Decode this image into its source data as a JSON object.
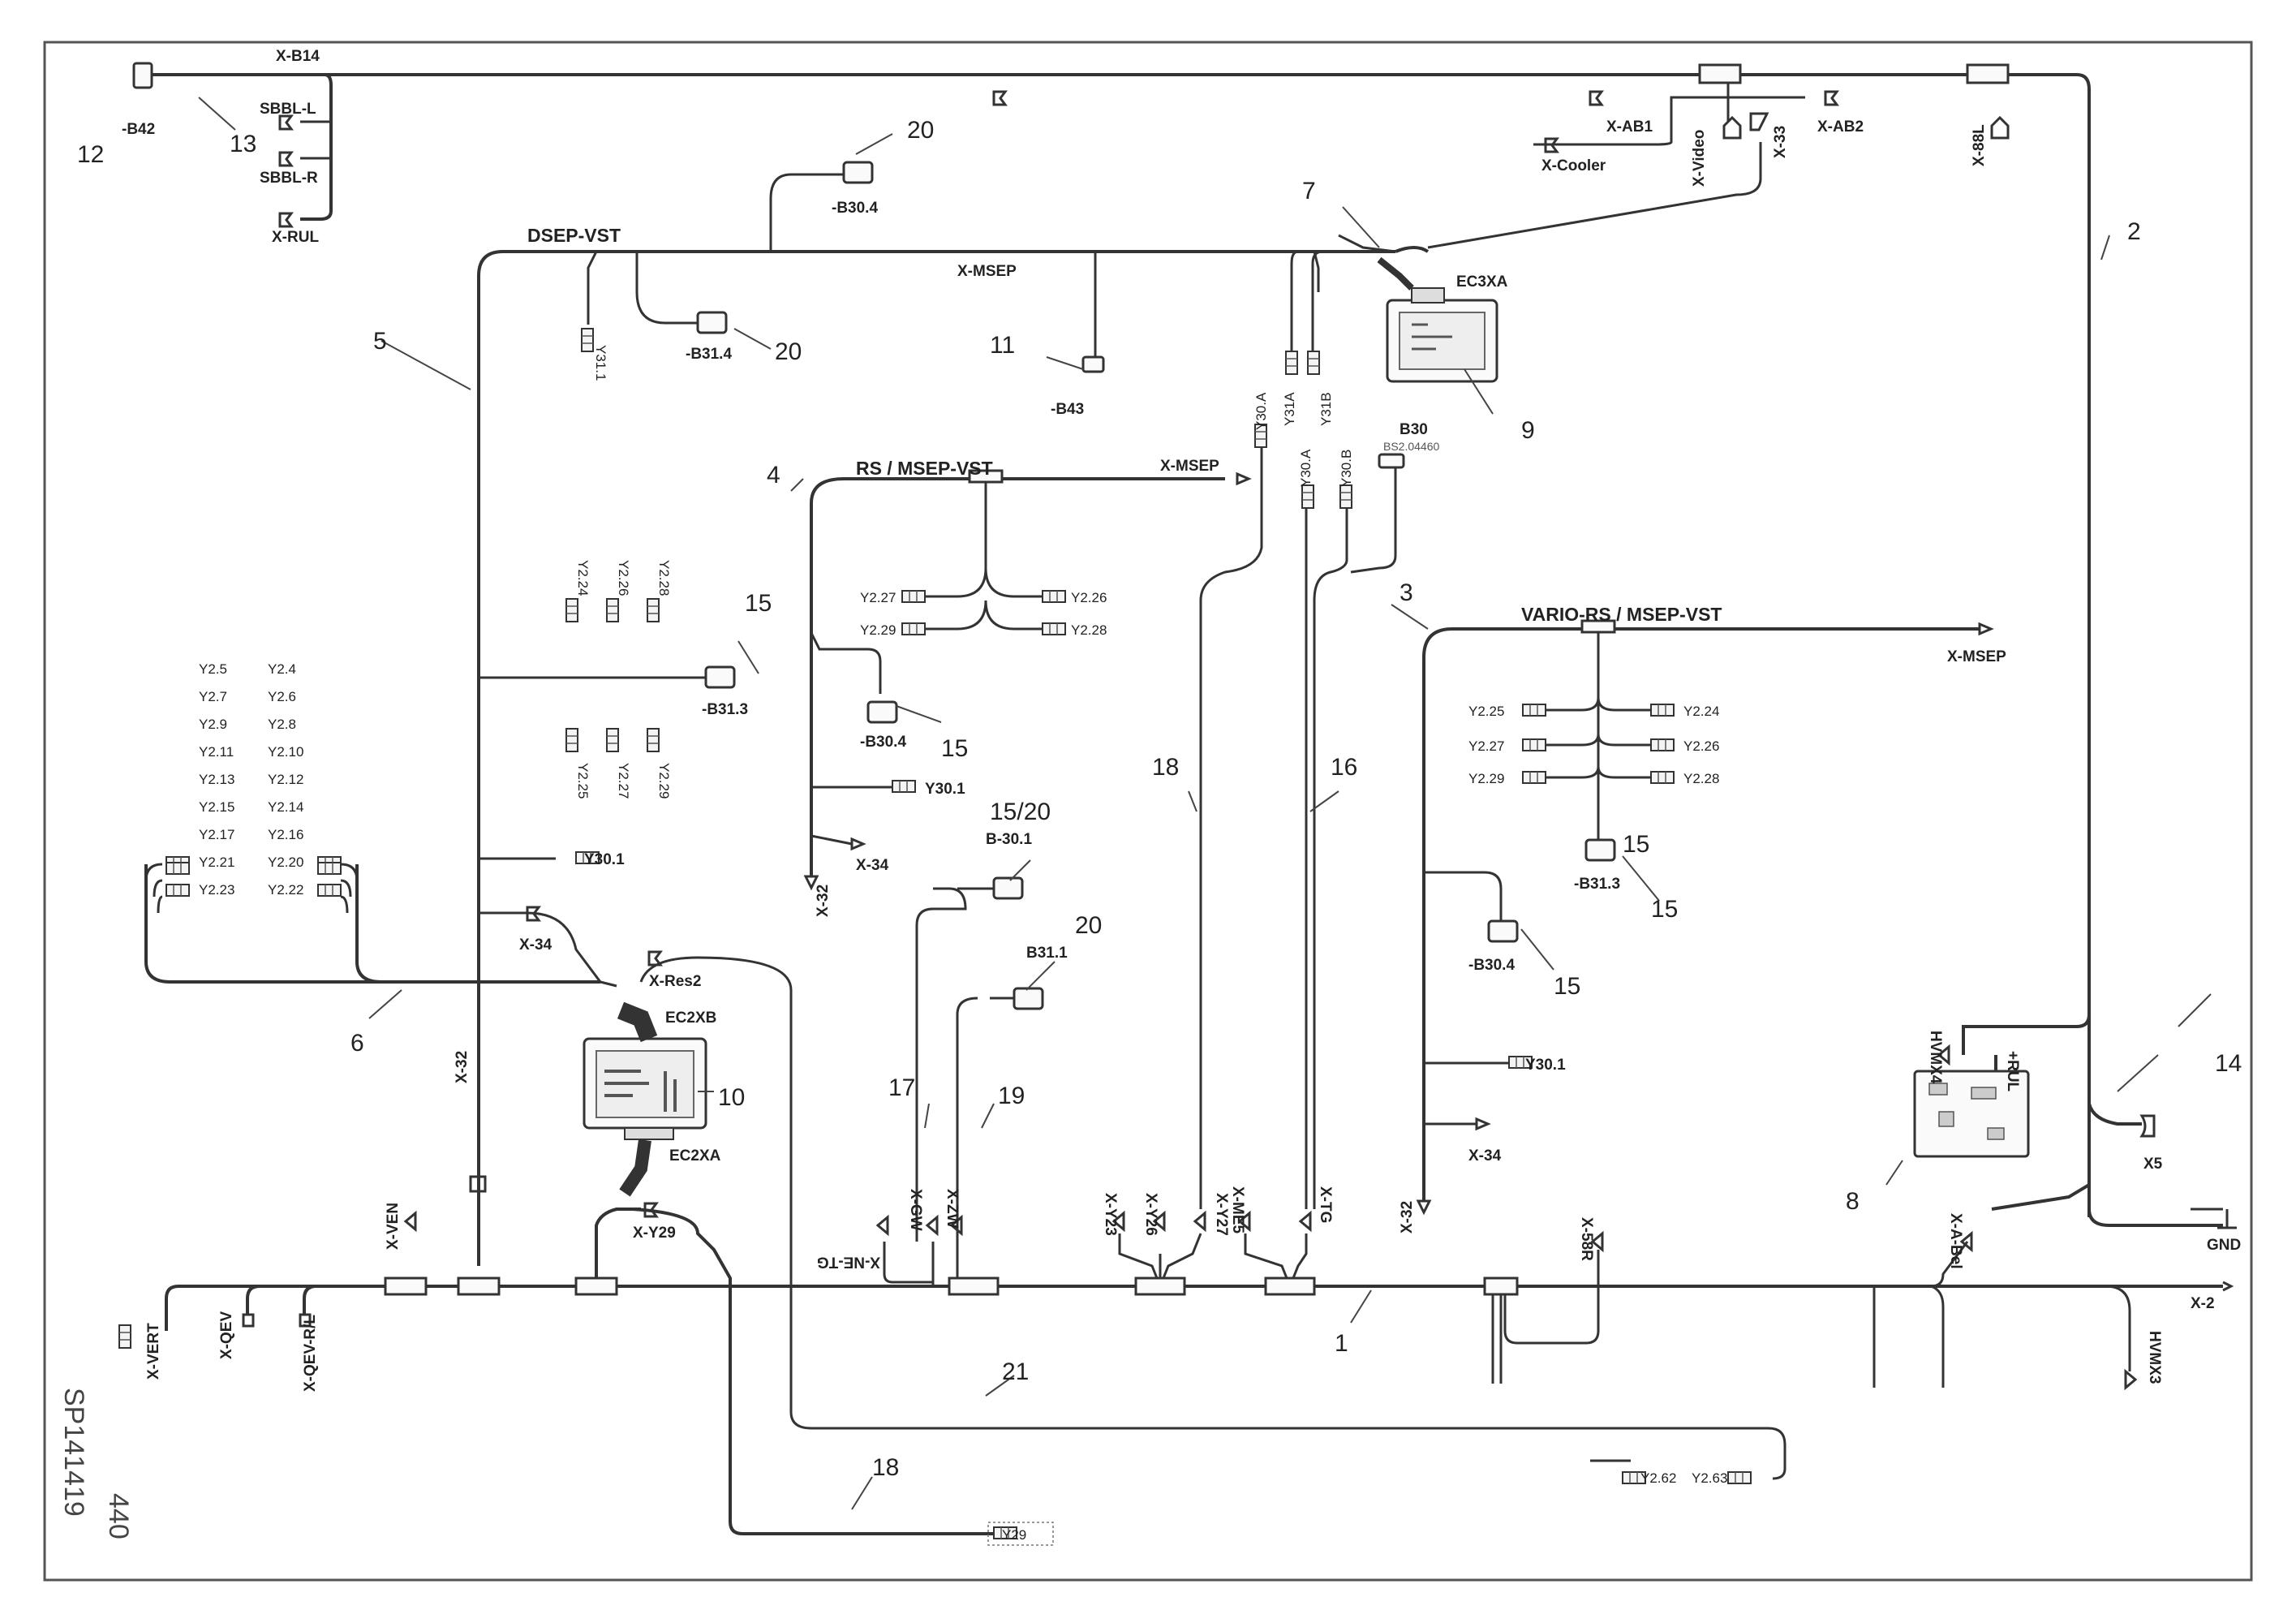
{
  "drawing": {
    "reference": "SP141419",
    "sheet": "440"
  },
  "harness_titles": {
    "dsep": "DSEP-VST",
    "rs_msep": "RS / MSEP-VST",
    "vario": "VARIO-RS / MSEP-VST"
  },
  "connectors": {
    "b14": "X-B14",
    "b42": "-B42",
    "sbbl_l": "SBBL-L",
    "sbbl_r": "SBBL-R",
    "rul": "X-RUL",
    "b30_4_top": "-B30.4",
    "msep_top": "X-MSEP",
    "b31_4": "-B31.4",
    "b43": "-B43",
    "y31_1": "Y31.1",
    "ec3xa": "EC3XA",
    "ab1": "X-AB1",
    "ab2": "X-AB2",
    "cooler": "X-Cooler",
    "video": "X-Video",
    "x33": "X-33",
    "x88l": "X-88L",
    "y30a": "Y30.A",
    "y31a": "Y31A",
    "y31b": "Y31B",
    "y30a2": "Y30.A",
    "y30b": "Y30.B",
    "b30": "B30",
    "b30_part": "BS2.04460",
    "msep_rs": "X-MSEP",
    "x32_rs": "X-32",
    "x34_rs": "X-34",
    "y30_1_rs": "Y30.1",
    "b30_4_rs": "-B30.4",
    "b31_3_left": "-B31.3",
    "y30_1_left": "Y30.1",
    "x34_left": "X-34",
    "x32_left": "X-32",
    "ec2xb": "EC2XB",
    "ec2xa": "EC2XA",
    "xres2": "X-Res2",
    "xy29": "X-Y29",
    "xven": "X-VEN",
    "xvert": "X-VERT",
    "xqev": "X-QEV",
    "xqevrl": "X-QEV-R/L",
    "b30_1": "B-30.1",
    "b31_1": "B31.1",
    "xnetg": "X-NE-TG",
    "xgw": "X-GW",
    "xzw": "X-ZW",
    "xy23": "X-Y23",
    "xy26": "X-Y26",
    "xy27": "X-Y27",
    "xme5": "X-ME5",
    "xtg": "X-TG",
    "x32_v": "X-32",
    "x34_v": "X-34",
    "y30_1_v": "Y30.1",
    "b30_4_v": "-B30.4",
    "b31_3_v": "-B31.3",
    "msep_v": "X-MSEP",
    "x58r": "X-58R",
    "x2": "X-2",
    "hvmx3": "HVMX3",
    "hvmx4": "HVMX4",
    "rul_plus": "+RUL",
    "x5": "X5",
    "gnd": "GND",
    "xabel": "X-A-Bel",
    "y29": "Y29",
    "y262": "Y2.62",
    "y263": "Y2.63"
  },
  "valve_block": {
    "left_col": [
      "Y2.5",
      "Y2.7",
      "Y2.9",
      "Y2.11",
      "Y2.13",
      "Y2.15",
      "Y2.17",
      "Y2.21",
      "Y2.23"
    ],
    "right_col": [
      "Y2.4",
      "Y2.6",
      "Y2.8",
      "Y2.10",
      "Y2.12",
      "Y2.14",
      "Y2.16",
      "Y2.20",
      "Y2.22"
    ]
  },
  "valves_dsep": {
    "top": [
      "Y2.24",
      "Y2.26",
      "Y2.28"
    ],
    "bottom": [
      "Y2.25",
      "Y2.27",
      "Y2.29"
    ]
  },
  "valves_rs": {
    "left": [
      "Y2.27",
      "Y2.29"
    ],
    "right": [
      "Y2.26",
      "Y2.28"
    ]
  },
  "valves_vario": {
    "left": [
      "Y2.25",
      "Y2.27",
      "Y2.29"
    ],
    "right": [
      "Y2.24",
      "Y2.26",
      "Y2.28"
    ]
  },
  "callouts": {
    "c1": "1",
    "c2": "2",
    "c3": "3",
    "c4": "4",
    "c5": "5",
    "c6": "6",
    "c7": "7",
    "c8": "8",
    "c9": "9",
    "c10": "10",
    "c11": "11",
    "c12": "12",
    "c13": "13",
    "c14": "14",
    "c15a": "15",
    "c15b": "15",
    "c15c": "15",
    "c15d": "15",
    "c15e": "15",
    "c1520": "15/20",
    "c16": "16",
    "c17": "17",
    "c18a": "18",
    "c18b": "18",
    "c19": "19",
    "c20a": "20",
    "c20b": "20",
    "c20c": "20",
    "c21": "21"
  }
}
